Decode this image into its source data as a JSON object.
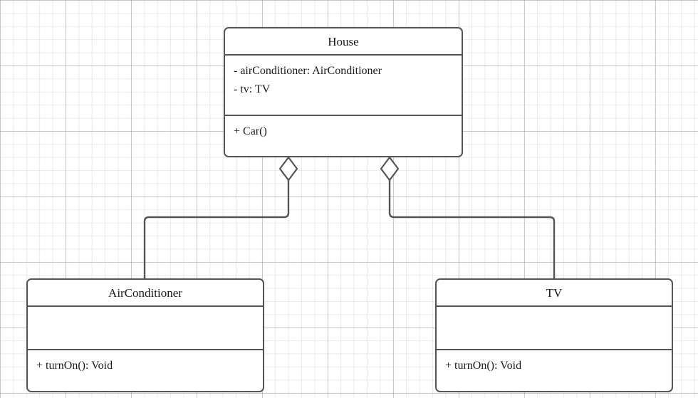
{
  "diagram": {
    "kind": "uml-class-diagram",
    "background": {
      "canvas_color": "#ffffff",
      "grid_minor_color": "#d9d9d9",
      "grid_major_color": "#c2c2c2"
    },
    "stroke_color": "#555555",
    "text_color": "#1a1a1a"
  },
  "classes": {
    "house": {
      "name": "House",
      "attributes": [
        "- airConditioner: AirConditioner",
        "- tv: TV"
      ],
      "operations": [
        "+ Car()"
      ]
    },
    "airconditioner": {
      "name": "AirConditioner",
      "attributes": [],
      "operations": [
        "+ turnOn(): Void"
      ]
    },
    "tv": {
      "name": "TV",
      "attributes": [],
      "operations": [
        "+ turnOn(): Void"
      ]
    }
  },
  "relationships": [
    {
      "type": "aggregation",
      "marker": "hollow-diamond",
      "source": "house",
      "target": "airconditioner"
    },
    {
      "type": "aggregation",
      "marker": "hollow-diamond",
      "source": "house",
      "target": "tv"
    }
  ]
}
